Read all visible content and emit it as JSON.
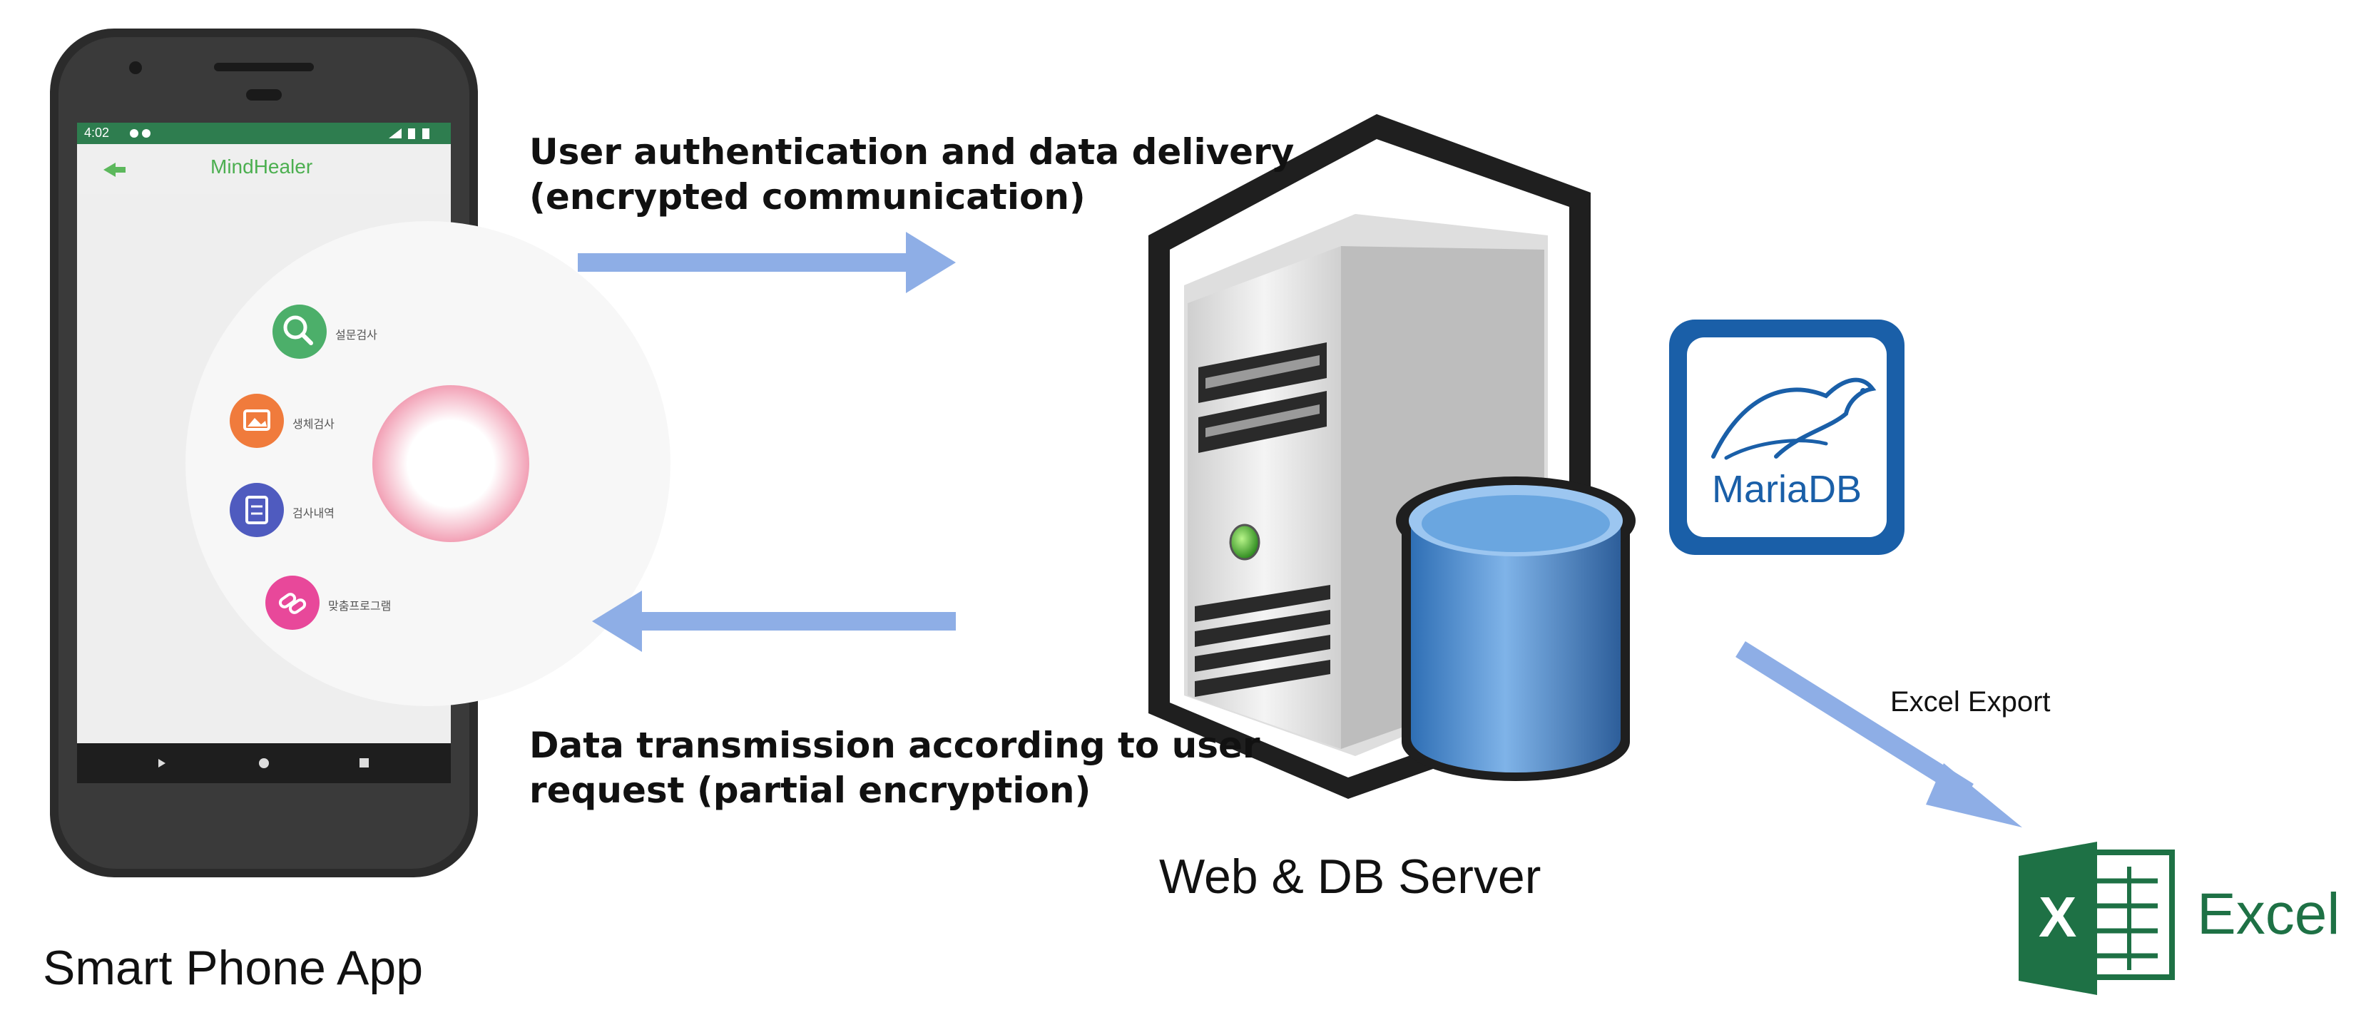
{
  "phone": {
    "status_time": "4:02",
    "app_title": "MindHealer",
    "menu": [
      {
        "label": "설문검사",
        "color": "#4caf6a",
        "icon": "search-icon"
      },
      {
        "label": "생체검사",
        "color": "#f07b3c",
        "icon": "image-icon"
      },
      {
        "label": "검사내역",
        "color": "#4f5bbf",
        "icon": "document-icon"
      },
      {
        "label": "맞춤프로그램",
        "color": "#e8489a",
        "icon": "link-icon"
      }
    ],
    "caption": "Smart Phone App"
  },
  "arrows": {
    "top_label_line1": "User authentication and data delivery",
    "top_label_line2": "(encrypted communication)",
    "bottom_label_line1": "Data transmission according to user",
    "bottom_label_line2": "request (partial encryption)",
    "export_label": "Excel Export",
    "color": "#8eaee6"
  },
  "server": {
    "caption": "Web & DB Server",
    "db_logo_text": "MariaDB",
    "db_logo_color": "#1a5fa8"
  },
  "excel": {
    "icon_letter": "X",
    "label": "Excel",
    "color": "#1e7145"
  }
}
